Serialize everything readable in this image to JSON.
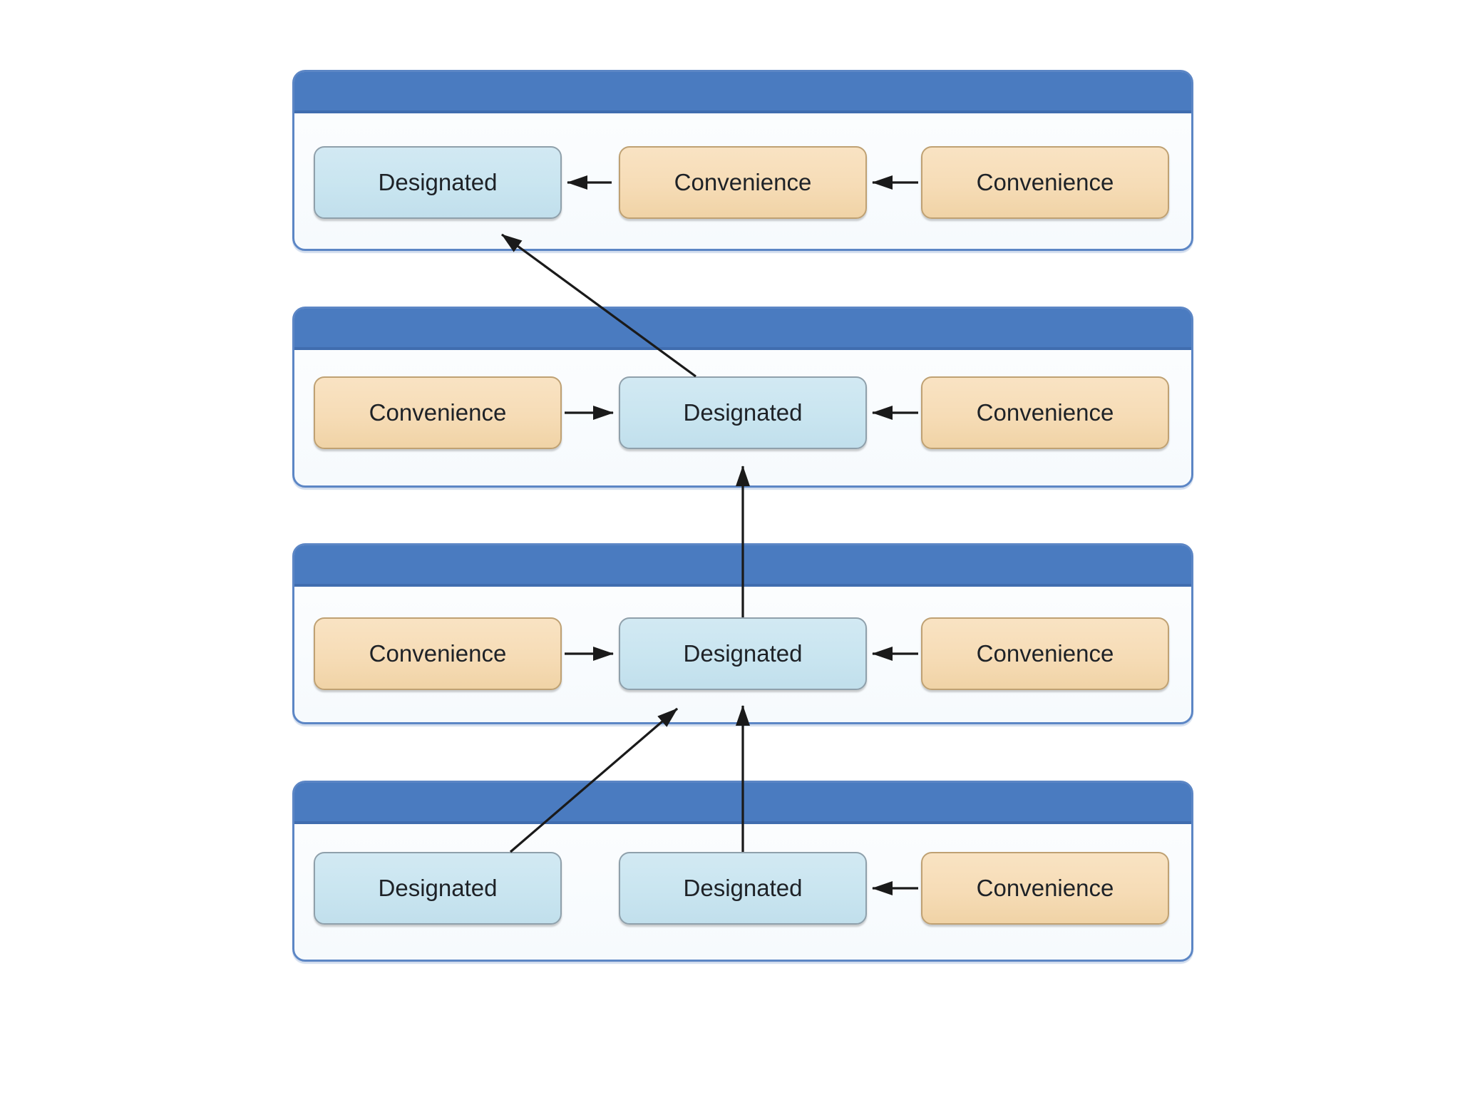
{
  "diagram": {
    "kind": "initializer-delegation-class-hierarchy",
    "node_labels": {
      "designated": "Designated",
      "convenience": "Convenience"
    },
    "containers": [
      {
        "name": "class-1-top",
        "header_text": "",
        "nodes": [
          {
            "id": "c1.designated",
            "kind": "designated",
            "label": "Designated"
          },
          {
            "id": "c1.convenience1",
            "kind": "convenience",
            "label": "Convenience"
          },
          {
            "id": "c1.convenience2",
            "kind": "convenience",
            "label": "Convenience"
          }
        ]
      },
      {
        "name": "class-2",
        "header_text": "",
        "nodes": [
          {
            "id": "c2.convenience1",
            "kind": "convenience",
            "label": "Convenience"
          },
          {
            "id": "c2.designated",
            "kind": "designated",
            "label": "Designated"
          },
          {
            "id": "c2.convenience2",
            "kind": "convenience",
            "label": "Convenience"
          }
        ]
      },
      {
        "name": "class-3",
        "header_text": "",
        "nodes": [
          {
            "id": "c3.convenience1",
            "kind": "convenience",
            "label": "Convenience"
          },
          {
            "id": "c3.designated",
            "kind": "designated",
            "label": "Designated"
          },
          {
            "id": "c3.convenience2",
            "kind": "convenience",
            "label": "Convenience"
          }
        ]
      },
      {
        "name": "class-4-bottom",
        "header_text": "",
        "nodes": [
          {
            "id": "c4.designated1",
            "kind": "designated",
            "label": "Designated"
          },
          {
            "id": "c4.designated2",
            "kind": "designated",
            "label": "Designated"
          },
          {
            "id": "c4.convenience",
            "kind": "convenience",
            "label": "Convenience"
          }
        ]
      }
    ],
    "edges": [
      {
        "from": "c1.convenience2",
        "to": "c1.convenience1"
      },
      {
        "from": "c1.convenience1",
        "to": "c1.designated"
      },
      {
        "from": "c2.convenience1",
        "to": "c2.designated"
      },
      {
        "from": "c2.convenience2",
        "to": "c2.designated"
      },
      {
        "from": "c2.designated",
        "to": "c1.designated"
      },
      {
        "from": "c3.convenience1",
        "to": "c3.designated"
      },
      {
        "from": "c3.convenience2",
        "to": "c3.designated"
      },
      {
        "from": "c3.designated",
        "to": "c2.designated"
      },
      {
        "from": "c4.convenience",
        "to": "c4.designated2"
      },
      {
        "from": "c4.designated1",
        "to": "c3.designated"
      },
      {
        "from": "c4.designated2",
        "to": "c3.designated"
      }
    ],
    "colors": {
      "header": "#4a7bc0",
      "container_border": "#5c86c5",
      "container_bg": "#fdfeff",
      "designated_fill": "#c9e5f0",
      "designated_border": "#8fa0ab",
      "convenience_fill": "#f6dcb6",
      "convenience_border": "#bfa173",
      "arrow": "#1a1a1a",
      "text": "#1e2227",
      "page_bg": "#ffffff"
    }
  }
}
